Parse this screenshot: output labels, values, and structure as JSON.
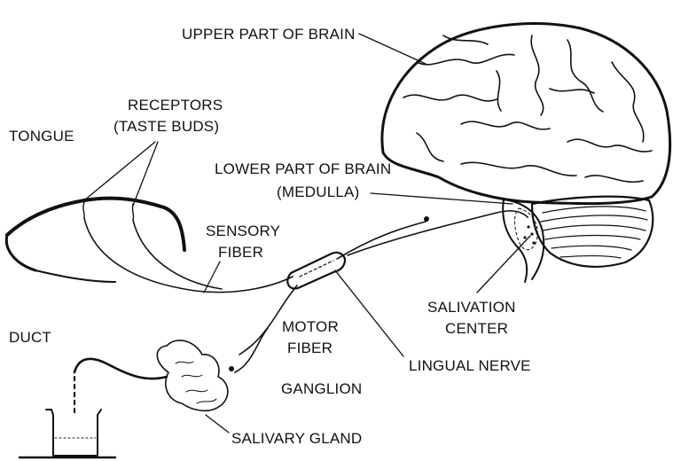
{
  "labels": {
    "upper_brain": "UPPER PART OF BRAIN",
    "receptors_1": "RECEPTORS",
    "receptors_2": "(TASTE BUDS)",
    "tongue": "TONGUE",
    "lower_brain_1": "LOWER PART OF BRAIN",
    "lower_brain_2": "(MEDULLA)",
    "sensory_1": "SENSORY",
    "sensory_2": "FIBER",
    "salivation_1": "SALIVATION",
    "salivation_2": "CENTER",
    "motor_1": "MOTOR",
    "motor_2": "FIBER",
    "duct": "DUCT",
    "lingual": "LINGUAL NERVE",
    "ganglion": "GANGLION",
    "salivary": "SALIVARY GLAND"
  },
  "colors": {
    "ink": "#111111",
    "background": "#ffffff"
  }
}
